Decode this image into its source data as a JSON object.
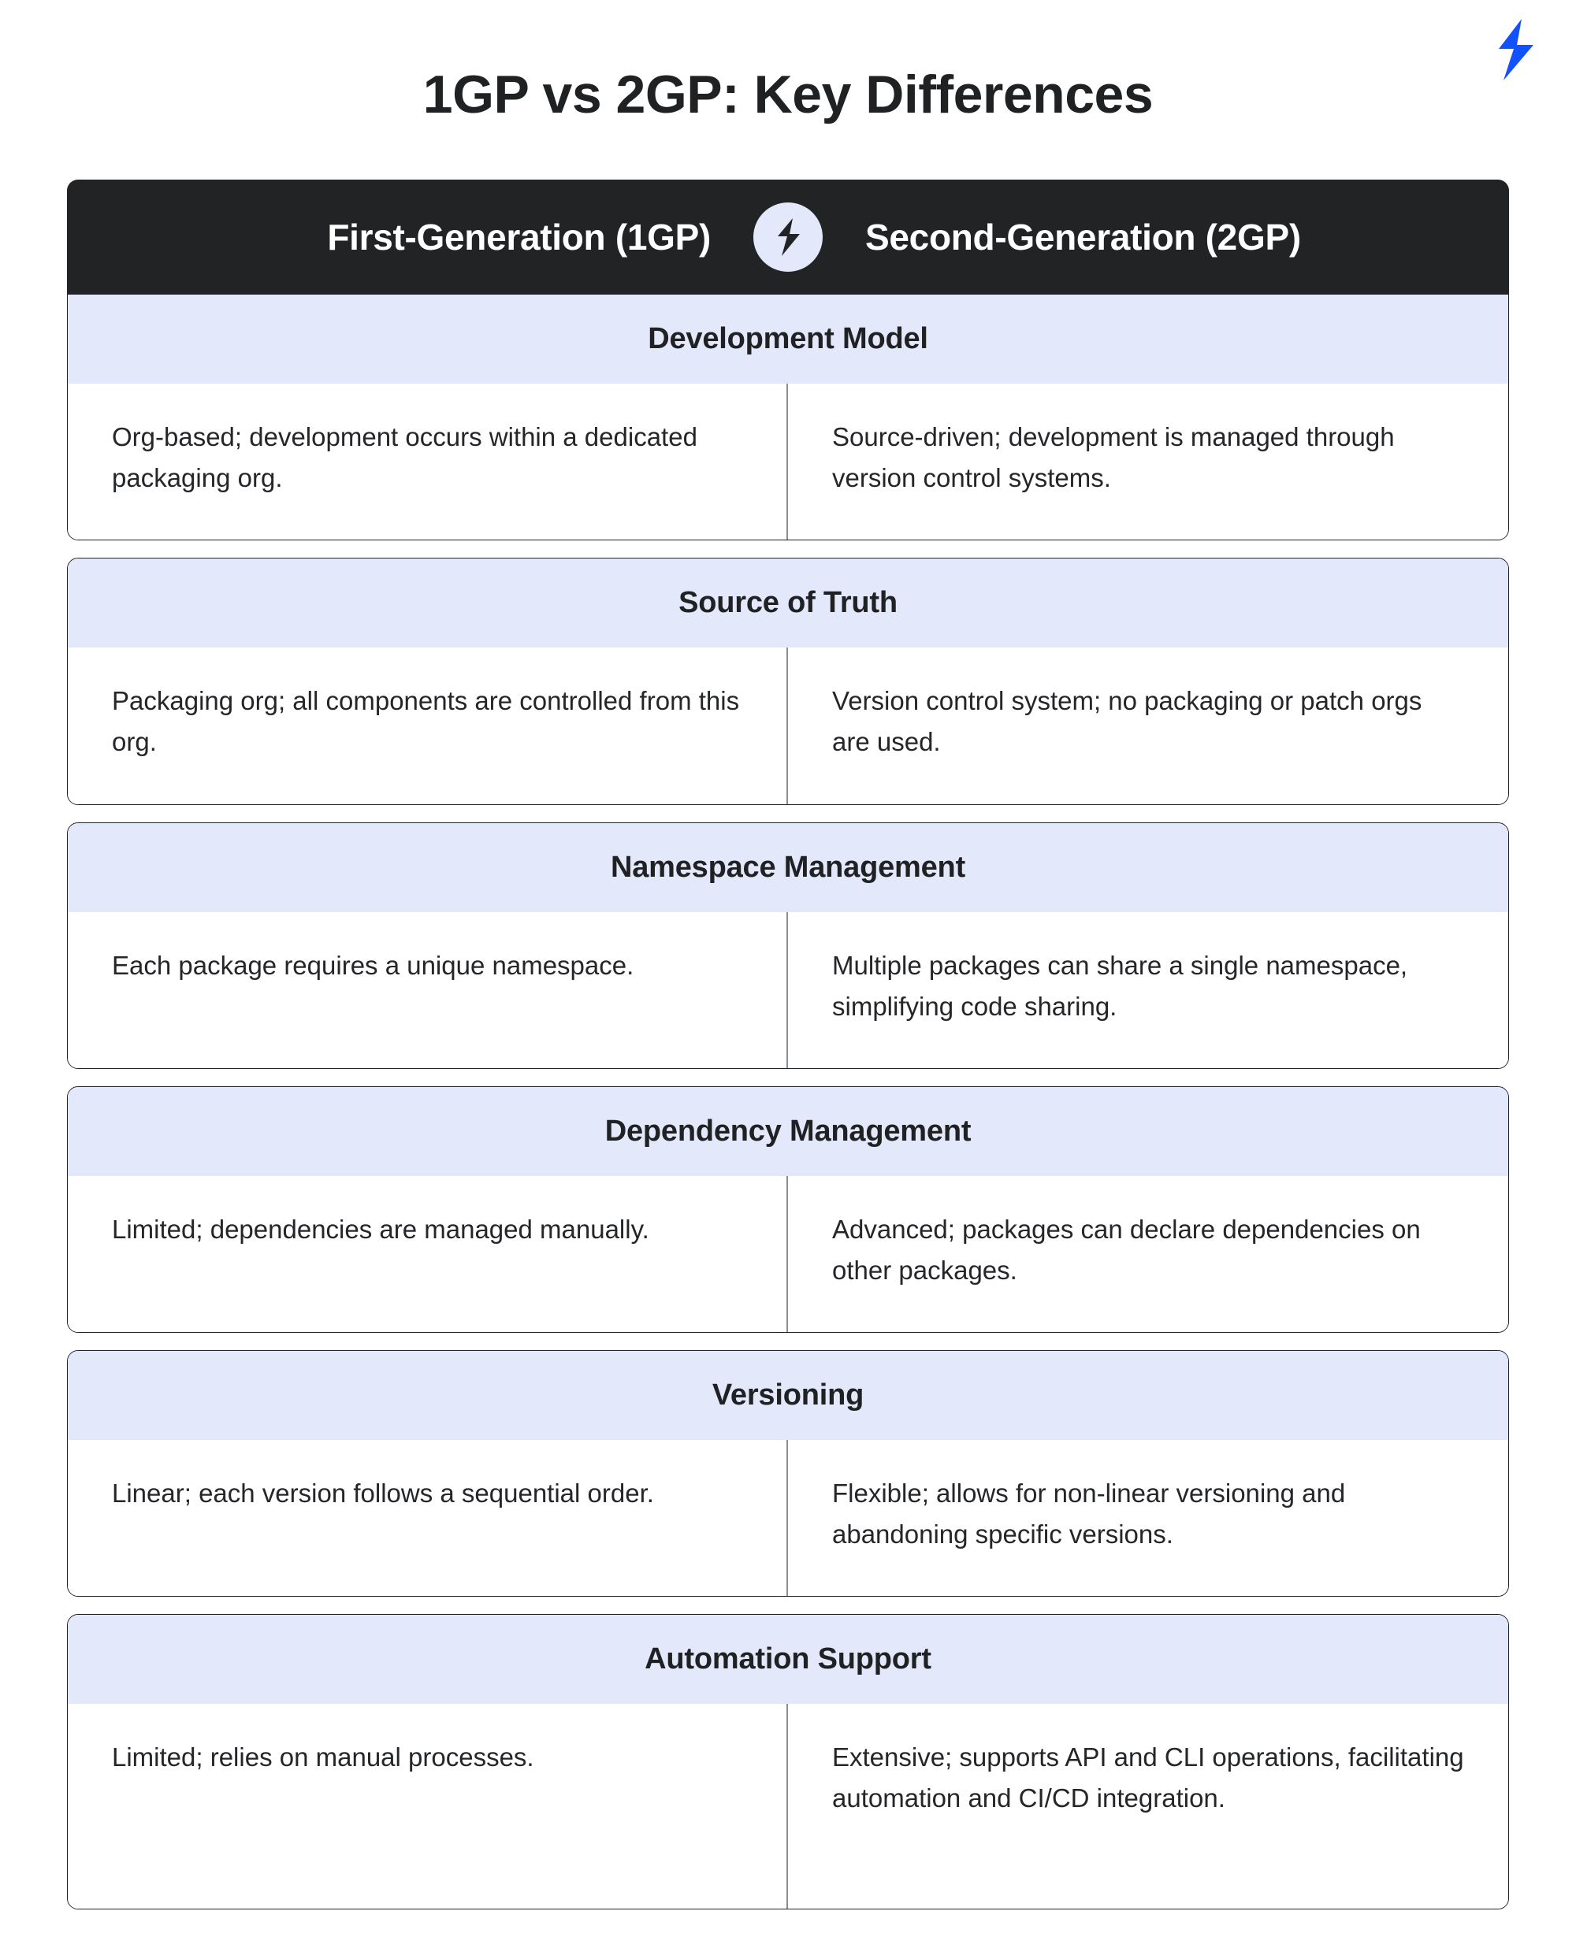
{
  "brand": {
    "logo_icon": "lightning-bolt-icon",
    "logo_color": "#1152fd"
  },
  "page": {
    "title": "1GP vs 2GP: Key Differences"
  },
  "table": {
    "header": {
      "left_column": "First-Generation (1GP)",
      "right_column": "Second-Generation (2GP)",
      "badge_icon": "lightning-bolt-icon",
      "background_color": "#212325",
      "badge_background_color": "#e3e8fb",
      "text_color": "#ffffff"
    },
    "label_background_color": "#e3e8fb",
    "rows": [
      {
        "label": "Development Model",
        "left": "Org-based; development occurs within a dedicated packaging org.",
        "right": "Source-driven; development is managed through version control systems."
      },
      {
        "label": "Source of Truth",
        "left": "Packaging org; all components are controlled from this org.",
        "right": "Version control system; no packaging or patch orgs are used."
      },
      {
        "label": "Namespace Management",
        "left": "Each package requires a unique namespace.",
        "right": "Multiple packages can share a single namespace, simplifying code sharing."
      },
      {
        "label": "Dependency Management",
        "left": "Limited; dependencies are managed manually.",
        "right": "Advanced; packages can declare dependencies on other packages."
      },
      {
        "label": "Versioning",
        "left": "Linear; each version follows a sequential order.",
        "right": "Flexible; allows for non-linear versioning and abandoning specific versions."
      },
      {
        "label": "Automation Support",
        "left": "Limited; relies on manual processes.",
        "right": "Extensive; supports API and CLI operations, facilitating automation and CI/CD integration."
      }
    ]
  }
}
